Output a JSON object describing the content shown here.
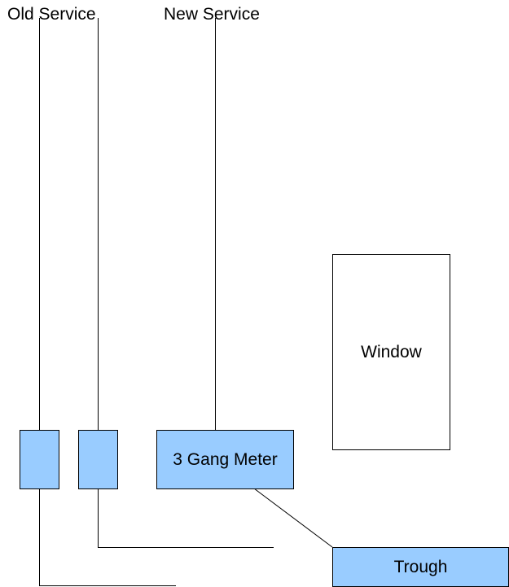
{
  "labels": {
    "old_service": "Old Service",
    "new_service": "New Service"
  },
  "boxes": {
    "meter": "3 Gang Meter",
    "trough": "Trough",
    "window": "Window"
  },
  "colors": {
    "box_fill": "#99ccff",
    "line": "#000000",
    "window_fill": "#ffffff"
  }
}
